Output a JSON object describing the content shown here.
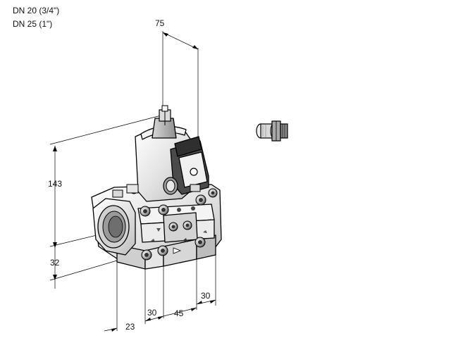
{
  "titles": [
    "DN 20 (3/4\")",
    "DN 25 (1\")"
  ],
  "dimensions": {
    "top": "75",
    "height": "143",
    "lower_height": "32",
    "bottom_left": "23",
    "bottom_a": "30",
    "bottom_b": "45",
    "bottom_c": "30"
  }
}
